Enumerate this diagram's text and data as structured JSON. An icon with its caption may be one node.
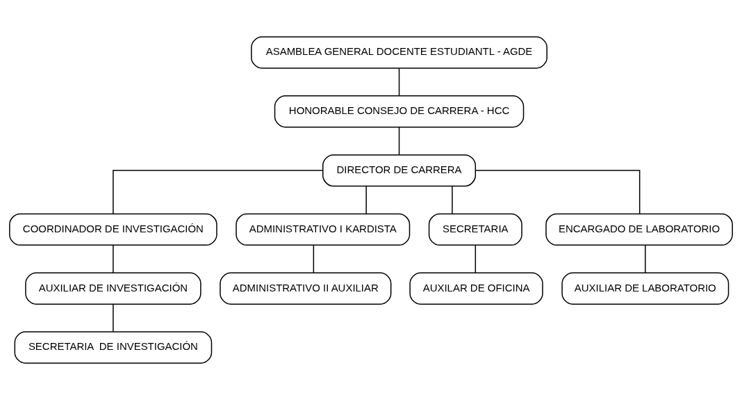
{
  "diagram": {
    "nodes": [
      {
        "text": [
          "ASAMBLEA GENERAL DOCENTE ESTUDIANTL - AGDE"
        ]
      },
      {
        "text": [
          "HONORABLE CONSEJO DE CARRERA - HCC"
        ]
      },
      {
        "text": [
          "DIRECTOR DE CARRERA"
        ]
      },
      {
        "text": [
          "COORDINADOR DE INVESTIGACIÓN"
        ]
      },
      {
        "text": [
          "ADMINISTRATIVO I KARDISTA"
        ]
      },
      {
        "text": [
          "SECRETARIA"
        ]
      },
      {
        "text": [
          "ENCARGADO DE LABORATORIO"
        ]
      },
      {
        "text": [
          "AUXILIAR DE INVESTIGACIÓN"
        ]
      },
      {
        "text": [
          "ADMINISTRATIVO II AUXILIAR"
        ]
      },
      {
        "text": [
          "AUXILAR DE OFICINA"
        ]
      },
      {
        "text": [
          "AUXILIAR DE LABORATORIO"
        ]
      },
      {
        "text": [
          "SECRETARIA  DE INVESTIGACIÓN"
        ]
      }
    ],
    "edges": [
      {
        "from": 0,
        "to": 1,
        "arrow": "none"
      },
      {
        "from": 1,
        "to": 2,
        "arrow": "none"
      },
      {
        "from": 2,
        "to": 3,
        "arrow": "none"
      },
      {
        "from": 2,
        "to": 4,
        "arrow": "none"
      },
      {
        "from": 2,
        "to": 5,
        "arrow": "none"
      },
      {
        "from": 2,
        "to": 6,
        "arrow": "none"
      },
      {
        "from": 3,
        "to": 7,
        "arrow": "none"
      },
      {
        "from": 4,
        "to": 8,
        "arrow": "none"
      },
      {
        "from": 5,
        "to": 9,
        "arrow": "none"
      },
      {
        "from": 6,
        "to": 10,
        "arrow": "none"
      },
      {
        "from": 7,
        "to": 11,
        "arrow": "none"
      }
    ]
  }
}
